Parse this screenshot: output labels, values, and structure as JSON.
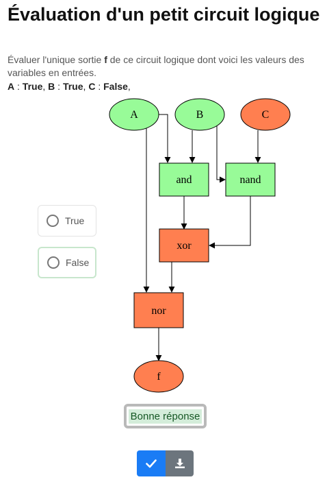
{
  "page": {
    "title": "Évaluation d'un petit circuit logique",
    "description_before": "Évaluer l'unique sortie ",
    "description_bold": "f",
    "description_after": " de ce circuit logique dont voici les valeurs des variables en entrées.",
    "variables": [
      {
        "name": "A",
        "value": "True"
      },
      {
        "name": "B",
        "value": "True"
      },
      {
        "name": "C",
        "value": "False"
      }
    ]
  },
  "circuit": {
    "nodes": {
      "A": "A",
      "B": "B",
      "C": "C",
      "and": "and",
      "nand": "nand",
      "xor": "xor",
      "nor": "nor",
      "f": "f"
    },
    "colors": {
      "true": "#98fb98",
      "false": "#ff7f50"
    }
  },
  "choices": [
    {
      "label": "True"
    },
    {
      "label": "False"
    }
  ],
  "feedback": {
    "text": "Bonne réponse"
  },
  "buttons": {
    "validate_icon": "check-icon",
    "download_icon": "download-icon",
    "validate_color": "#1a7cf5",
    "download_color": "#6c757d"
  }
}
